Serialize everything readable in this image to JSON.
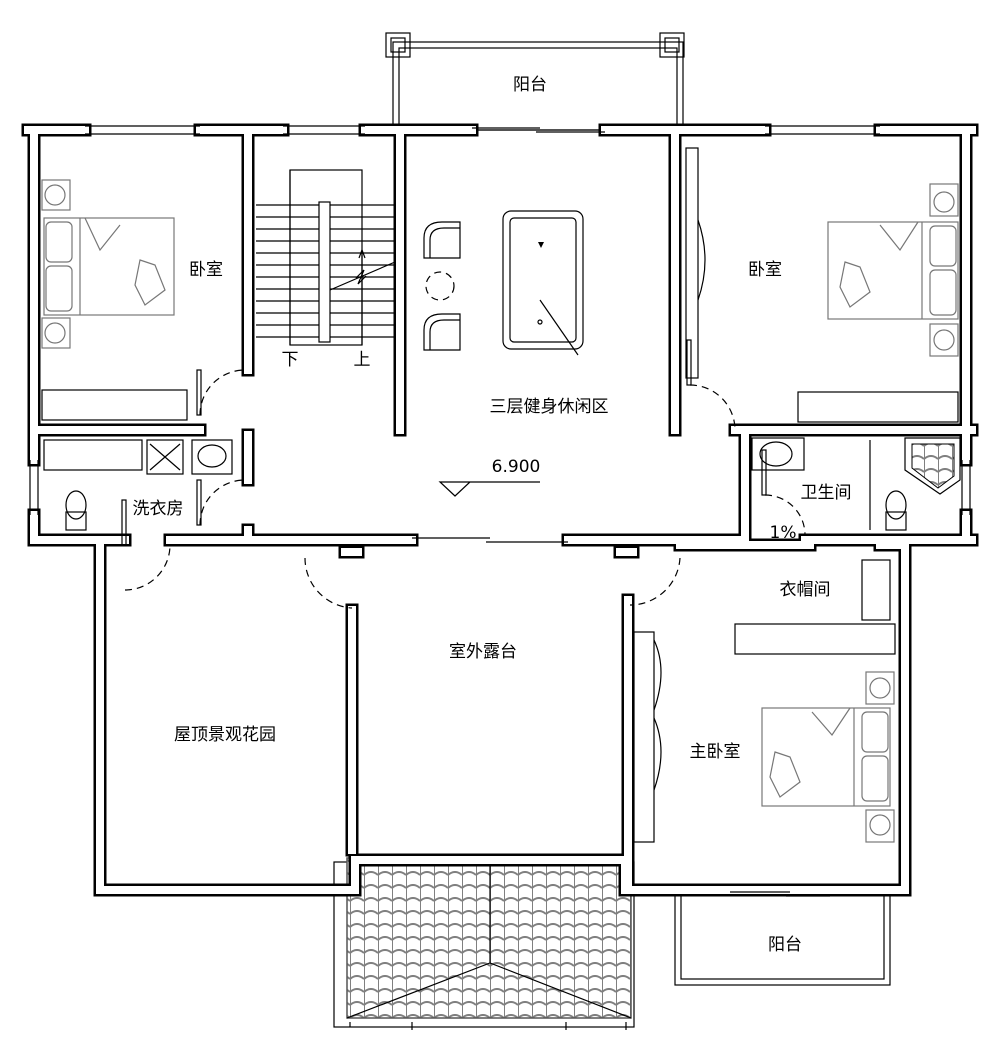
{
  "labels": {
    "balcony_top": "阳台",
    "bedroom_left": "卧室",
    "stair_down": "下",
    "stair_up": "上",
    "fitness_area": "三层健身休闲区",
    "elevation": "6.900",
    "bedroom_right": "卧室",
    "laundry": "洗衣房",
    "bathroom": "卫生间",
    "slope": "1%",
    "cloakroom": "衣帽间",
    "terrace": "室外露台",
    "roof_garden": "屋顶景观花园",
    "master_bedroom": "主卧室",
    "balcony_bottom": "阳台"
  },
  "colors": {
    "wall": "#000000",
    "tile": "#808080",
    "background": "#ffffff"
  }
}
